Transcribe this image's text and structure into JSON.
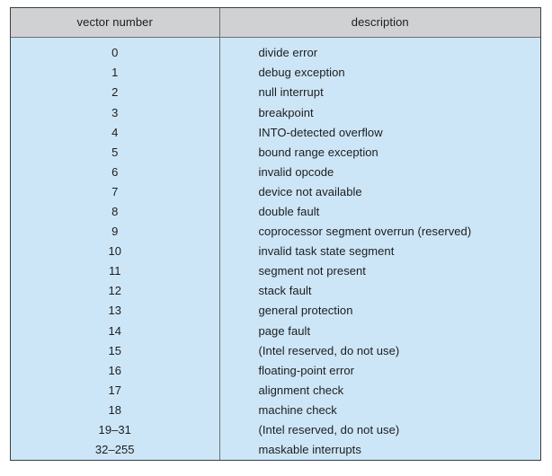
{
  "table": {
    "columns": [
      {
        "key": "vector_number",
        "header": "vector number"
      },
      {
        "key": "description",
        "header": "description"
      }
    ],
    "rows": [
      {
        "vector_number": "0",
        "description": "divide error"
      },
      {
        "vector_number": "1",
        "description": "debug exception"
      },
      {
        "vector_number": "2",
        "description": "null interrupt"
      },
      {
        "vector_number": "3",
        "description": "breakpoint"
      },
      {
        "vector_number": "4",
        "description": "INTO-detected overflow"
      },
      {
        "vector_number": "5",
        "description": "bound range exception"
      },
      {
        "vector_number": "6",
        "description": "invalid opcode"
      },
      {
        "vector_number": "7",
        "description": "device not available"
      },
      {
        "vector_number": "8",
        "description": "double fault"
      },
      {
        "vector_number": "9",
        "description": "coprocessor segment overrun (reserved)"
      },
      {
        "vector_number": "10",
        "description": "invalid task state segment"
      },
      {
        "vector_number": "11",
        "description": "segment not present"
      },
      {
        "vector_number": "12",
        "description": "stack fault"
      },
      {
        "vector_number": "13",
        "description": "general protection"
      },
      {
        "vector_number": "14",
        "description": "page fault"
      },
      {
        "vector_number": "15",
        "description": "(Intel reserved, do not use)"
      },
      {
        "vector_number": "16",
        "description": "floating-point error"
      },
      {
        "vector_number": "17",
        "description": "alignment check"
      },
      {
        "vector_number": "18",
        "description": "machine check"
      },
      {
        "vector_number": "19–31",
        "description": "(Intel reserved, do not use)"
      },
      {
        "vector_number": "32–255",
        "description": "maskable interrupts"
      }
    ]
  },
  "colors": {
    "header_background": "#d0d1d2",
    "body_background": "#cde6f7",
    "border": "#3a3f45",
    "inner_rule": "#6b7076",
    "text": "#1b1d1f",
    "page_background": "#ffffff"
  }
}
